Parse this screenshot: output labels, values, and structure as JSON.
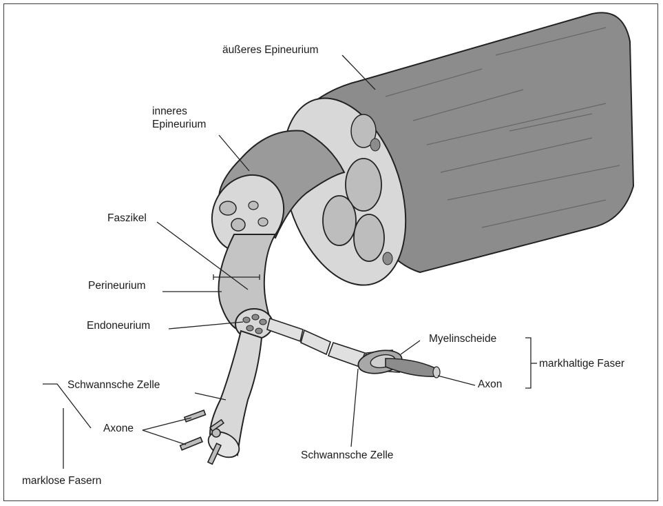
{
  "labels": {
    "outer_epineurium": "äußeres Epineurium",
    "inner_epineurium_line1": "inneres",
    "inner_epineurium_line2": "Epineurium",
    "fascicle": "Faszikel",
    "perineurium": "Perineurium",
    "endoneurium": "Endoneurium",
    "myelin_sheath": "Myelinscheide",
    "myelinated_fiber": "markhaltige Faser",
    "axon": "Axon",
    "schwann_cell_left": "Schwannsche Zelle",
    "axons": "Axone",
    "schwann_cell_bottom": "Schwannsche Zelle",
    "unmyelinated_fibers": "marklose Fasern"
  },
  "colors": {
    "nerve_tissue": "#8c8c8c",
    "nerve_shadow": "#6e6e6e",
    "cross_section": "#d8d8d8",
    "fascicle": "#bdbdbd",
    "fiber_light": "#e0e0e0",
    "outline": "#222222"
  }
}
